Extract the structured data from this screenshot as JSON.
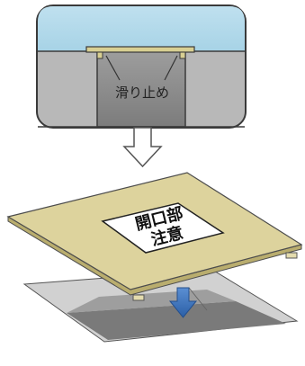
{
  "diagram": {
    "section_label": "滑り止め",
    "sign_line1": "開口部",
    "sign_line2": "注意"
  }
}
